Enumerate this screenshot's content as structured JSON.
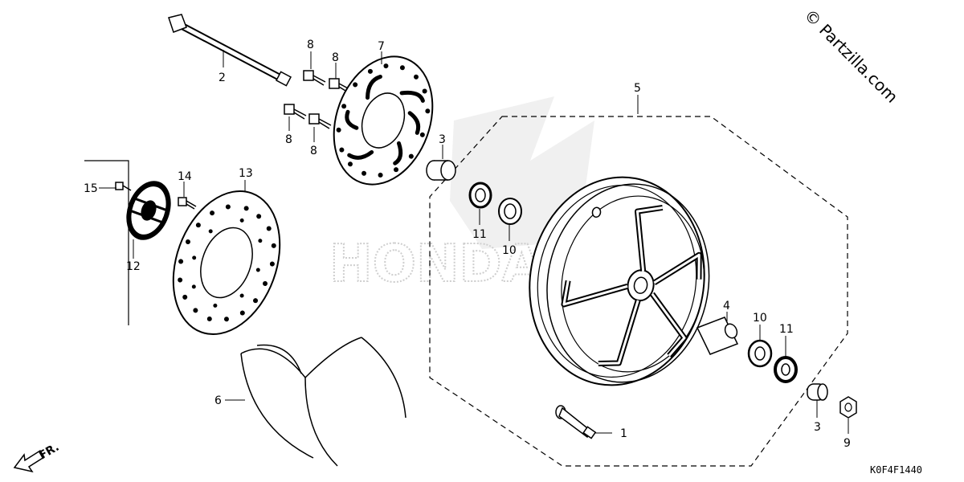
{
  "watermark": "© Partzilla.com",
  "brand_watermark": "HONDA",
  "direction_label": "FR.",
  "diagram_code": "K0F4F1440",
  "callouts": {
    "c1": "1",
    "c2": "2",
    "c3a": "3",
    "c3b": "3",
    "c4": "4",
    "c5": "5",
    "c6": "6",
    "c7": "7",
    "c8a": "8",
    "c8b": "8",
    "c8c": "8",
    "c8d": "8",
    "c9": "9",
    "c10a": "10",
    "c10b": "10",
    "c11a": "11",
    "c11b": "11",
    "c12": "12",
    "c13": "13",
    "c14": "14",
    "c15": "15"
  }
}
